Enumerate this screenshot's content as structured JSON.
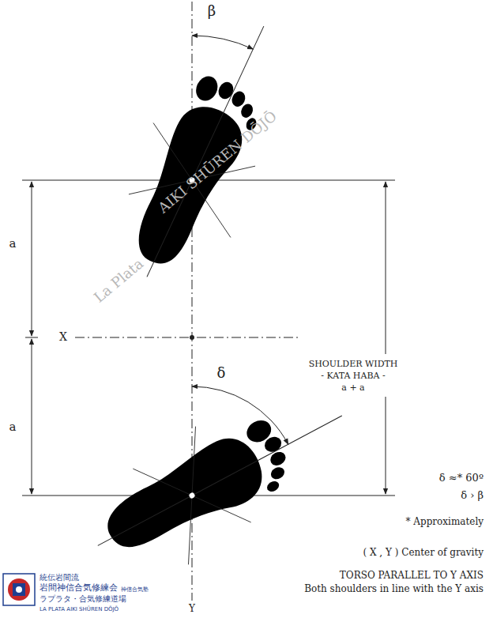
{
  "diagram": {
    "labels": [
      "β",
      "La Plata",
      "AIKI SHŪREN DŌJŌ",
      "a",
      "X",
      "δ",
      "a",
      "SHOULDER WIDTH",
      "- KATA HABA -",
      "a + a",
      "δ ≈* 60º",
      "δ › β",
      "* Approximately",
      "( X , Y ) Center of gravity",
      "TORSO PARALLEL TO Y AXIS",
      "Both shoulders in line with the Y axis",
      "Y",
      "統伝岩間流",
      "岩間神信合気修練会",
      "神信合気塾",
      "ラプラタ・合気修練道場",
      "LA PLATA AIKI SHŪREN DŌJŌ"
    ]
  }
}
